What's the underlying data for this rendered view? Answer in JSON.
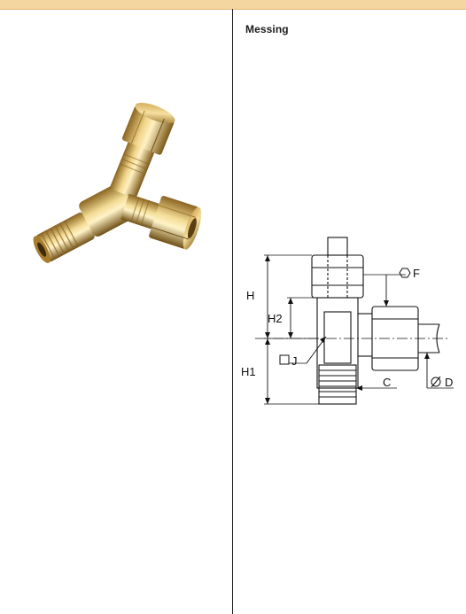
{
  "header": {
    "partial_text": ""
  },
  "material_label": "Messing",
  "photo": {
    "icon": "brass-tee-fitting-photo"
  },
  "drawing": {
    "labels": {
      "hex_f": "F",
      "h": "H",
      "h2": "H2",
      "h1": "H1",
      "square_j": "J",
      "c": "C",
      "dia_d": "D"
    },
    "colors": {
      "line": "#111111",
      "band": "#f4d6a0"
    }
  }
}
